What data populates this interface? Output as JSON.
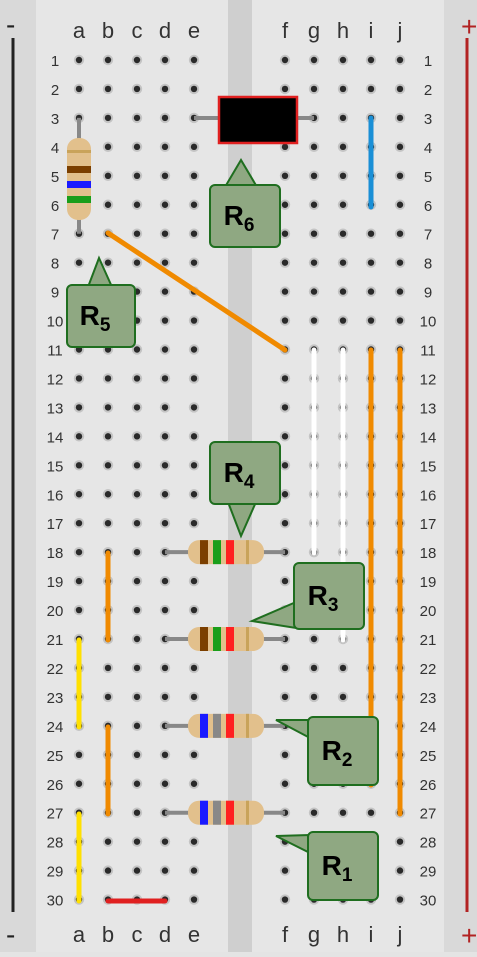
{
  "columns_left": [
    "a",
    "b",
    "c",
    "d",
    "e"
  ],
  "columns_right": [
    "f",
    "g",
    "h",
    "i",
    "j"
  ],
  "row_labels": [
    "1",
    "2",
    "3",
    "4",
    "5",
    "6",
    "7",
    "8",
    "9",
    "10",
    "11",
    "12",
    "13",
    "14",
    "15",
    "16",
    "17",
    "18",
    "19",
    "20",
    "21",
    "22",
    "23",
    "24",
    "25",
    "26",
    "27",
    "28",
    "29",
    "30"
  ],
  "rail_left_top_sign": "-",
  "rail_left_bottom_sign": "-",
  "rail_right_top_sign": "+",
  "rail_right_bottom_sign": "+",
  "colors": {
    "rail_negative": "#222222",
    "rail_positive": "#b22222",
    "wire_orange": "#f08a00",
    "wire_blue": "#1a8fd6",
    "wire_white": "#ffffff",
    "wire_yellow": "#ffe000",
    "wire_red": "#e02020",
    "label_fill": "#8fa882",
    "label_border": "#1f6e1f",
    "resistor_body": "#e2c08c",
    "black_component": "#000000",
    "black_component_border": "#e02020"
  },
  "resistors": [
    {
      "id": "R1",
      "bands": [
        "#1a1aff",
        "#888888",
        "#ff2020"
      ]
    },
    {
      "id": "R2",
      "bands": [
        "#1a1aff",
        "#888888",
        "#ff2020"
      ]
    },
    {
      "id": "R3",
      "bands": [
        "#7b3f00",
        "#1a9e1a",
        "#ff2020"
      ]
    },
    {
      "id": "R4",
      "bands": [
        "#7b3f00",
        "#1a9e1a",
        "#ff2020"
      ]
    },
    {
      "id": "R5",
      "bands": [
        "#7b3f00",
        "#1a1aff",
        "#1a9e1a"
      ]
    }
  ],
  "labels": [
    {
      "id": "R1",
      "main": "R",
      "sub": "1"
    },
    {
      "id": "R2",
      "main": "R",
      "sub": "2"
    },
    {
      "id": "R3",
      "main": "R",
      "sub": "3"
    },
    {
      "id": "R4",
      "main": "R",
      "sub": "4"
    },
    {
      "id": "R5",
      "main": "R",
      "sub": "5"
    },
    {
      "id": "R6",
      "main": "R",
      "sub": "6"
    }
  ]
}
